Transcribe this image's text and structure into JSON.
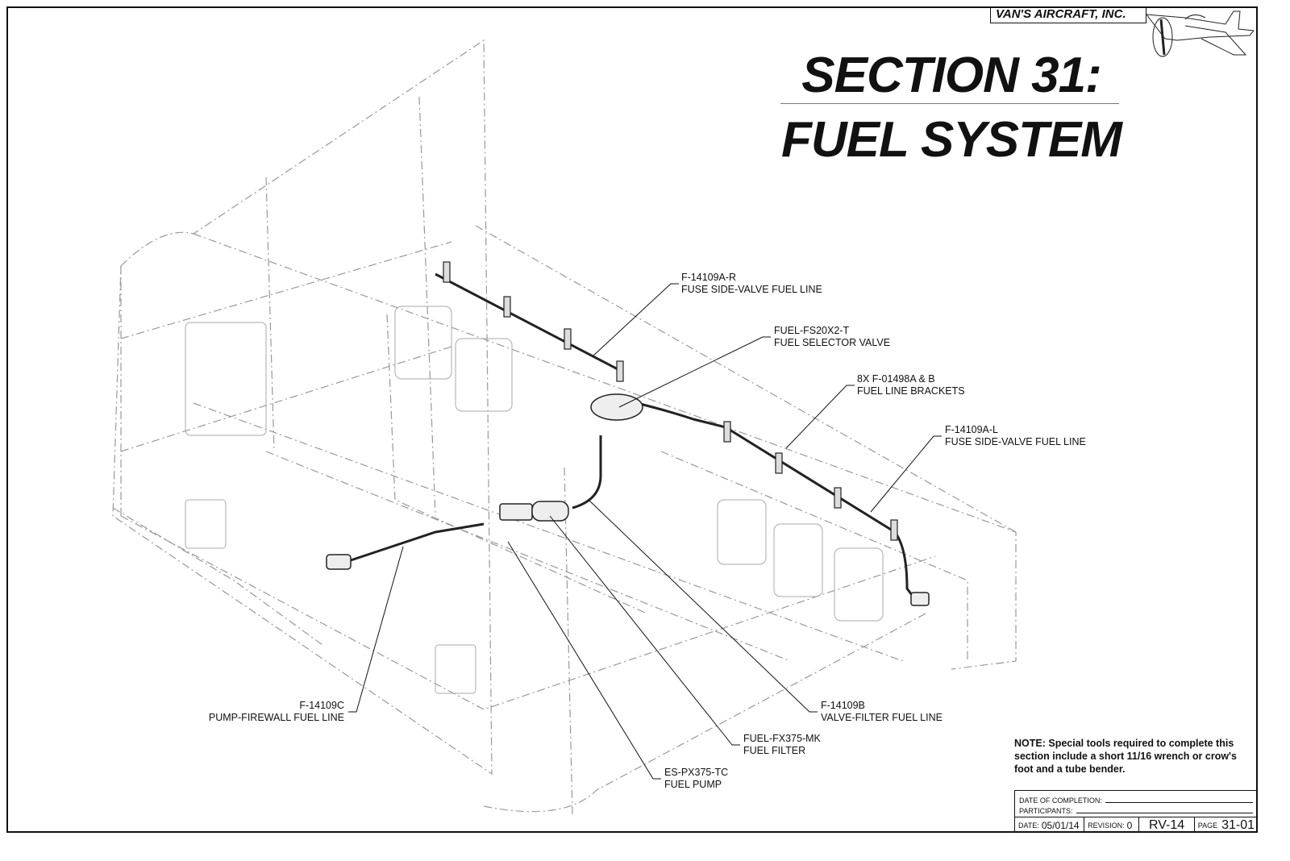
{
  "header": {
    "company": "VAN'S AIRCRAFT, INC.",
    "title_line1": "SECTION 31:",
    "title_line2": "FUEL SYSTEM"
  },
  "callouts": [
    {
      "part": "F-14109A-R",
      "desc": "FUSE SIDE-VALVE FUEL LINE"
    },
    {
      "part": "FUEL-FS20X2-T",
      "desc": "FUEL SELECTOR VALVE"
    },
    {
      "part": "8X F-01498A & B",
      "desc": "FUEL LINE BRACKETS"
    },
    {
      "part": "F-14109A-L",
      "desc": "FUSE SIDE-VALVE FUEL LINE"
    },
    {
      "part": "F-14109C",
      "desc": "PUMP-FIREWALL FUEL LINE"
    },
    {
      "part": "F-14109B",
      "desc": "VALVE-FILTER FUEL LINE"
    },
    {
      "part": "FUEL-FX375-MK",
      "desc": "FUEL FILTER"
    },
    {
      "part": "ES-PX375-TC",
      "desc": "FUEL PUMP"
    }
  ],
  "note": "NOTE: Special tools required to complete this section include a short 11/16 wrench or crow's foot and a tube bender.",
  "title_block": {
    "date_of_completion_label": "DATE OF COMPLETION:",
    "participants_label": "PARTICIPANTS:",
    "date_label": "DATE:",
    "date": "05/01/14",
    "revision_label": "REVISION:",
    "revision": "0",
    "model": "RV-14",
    "page_label": "PAGE",
    "page": "31-01"
  }
}
